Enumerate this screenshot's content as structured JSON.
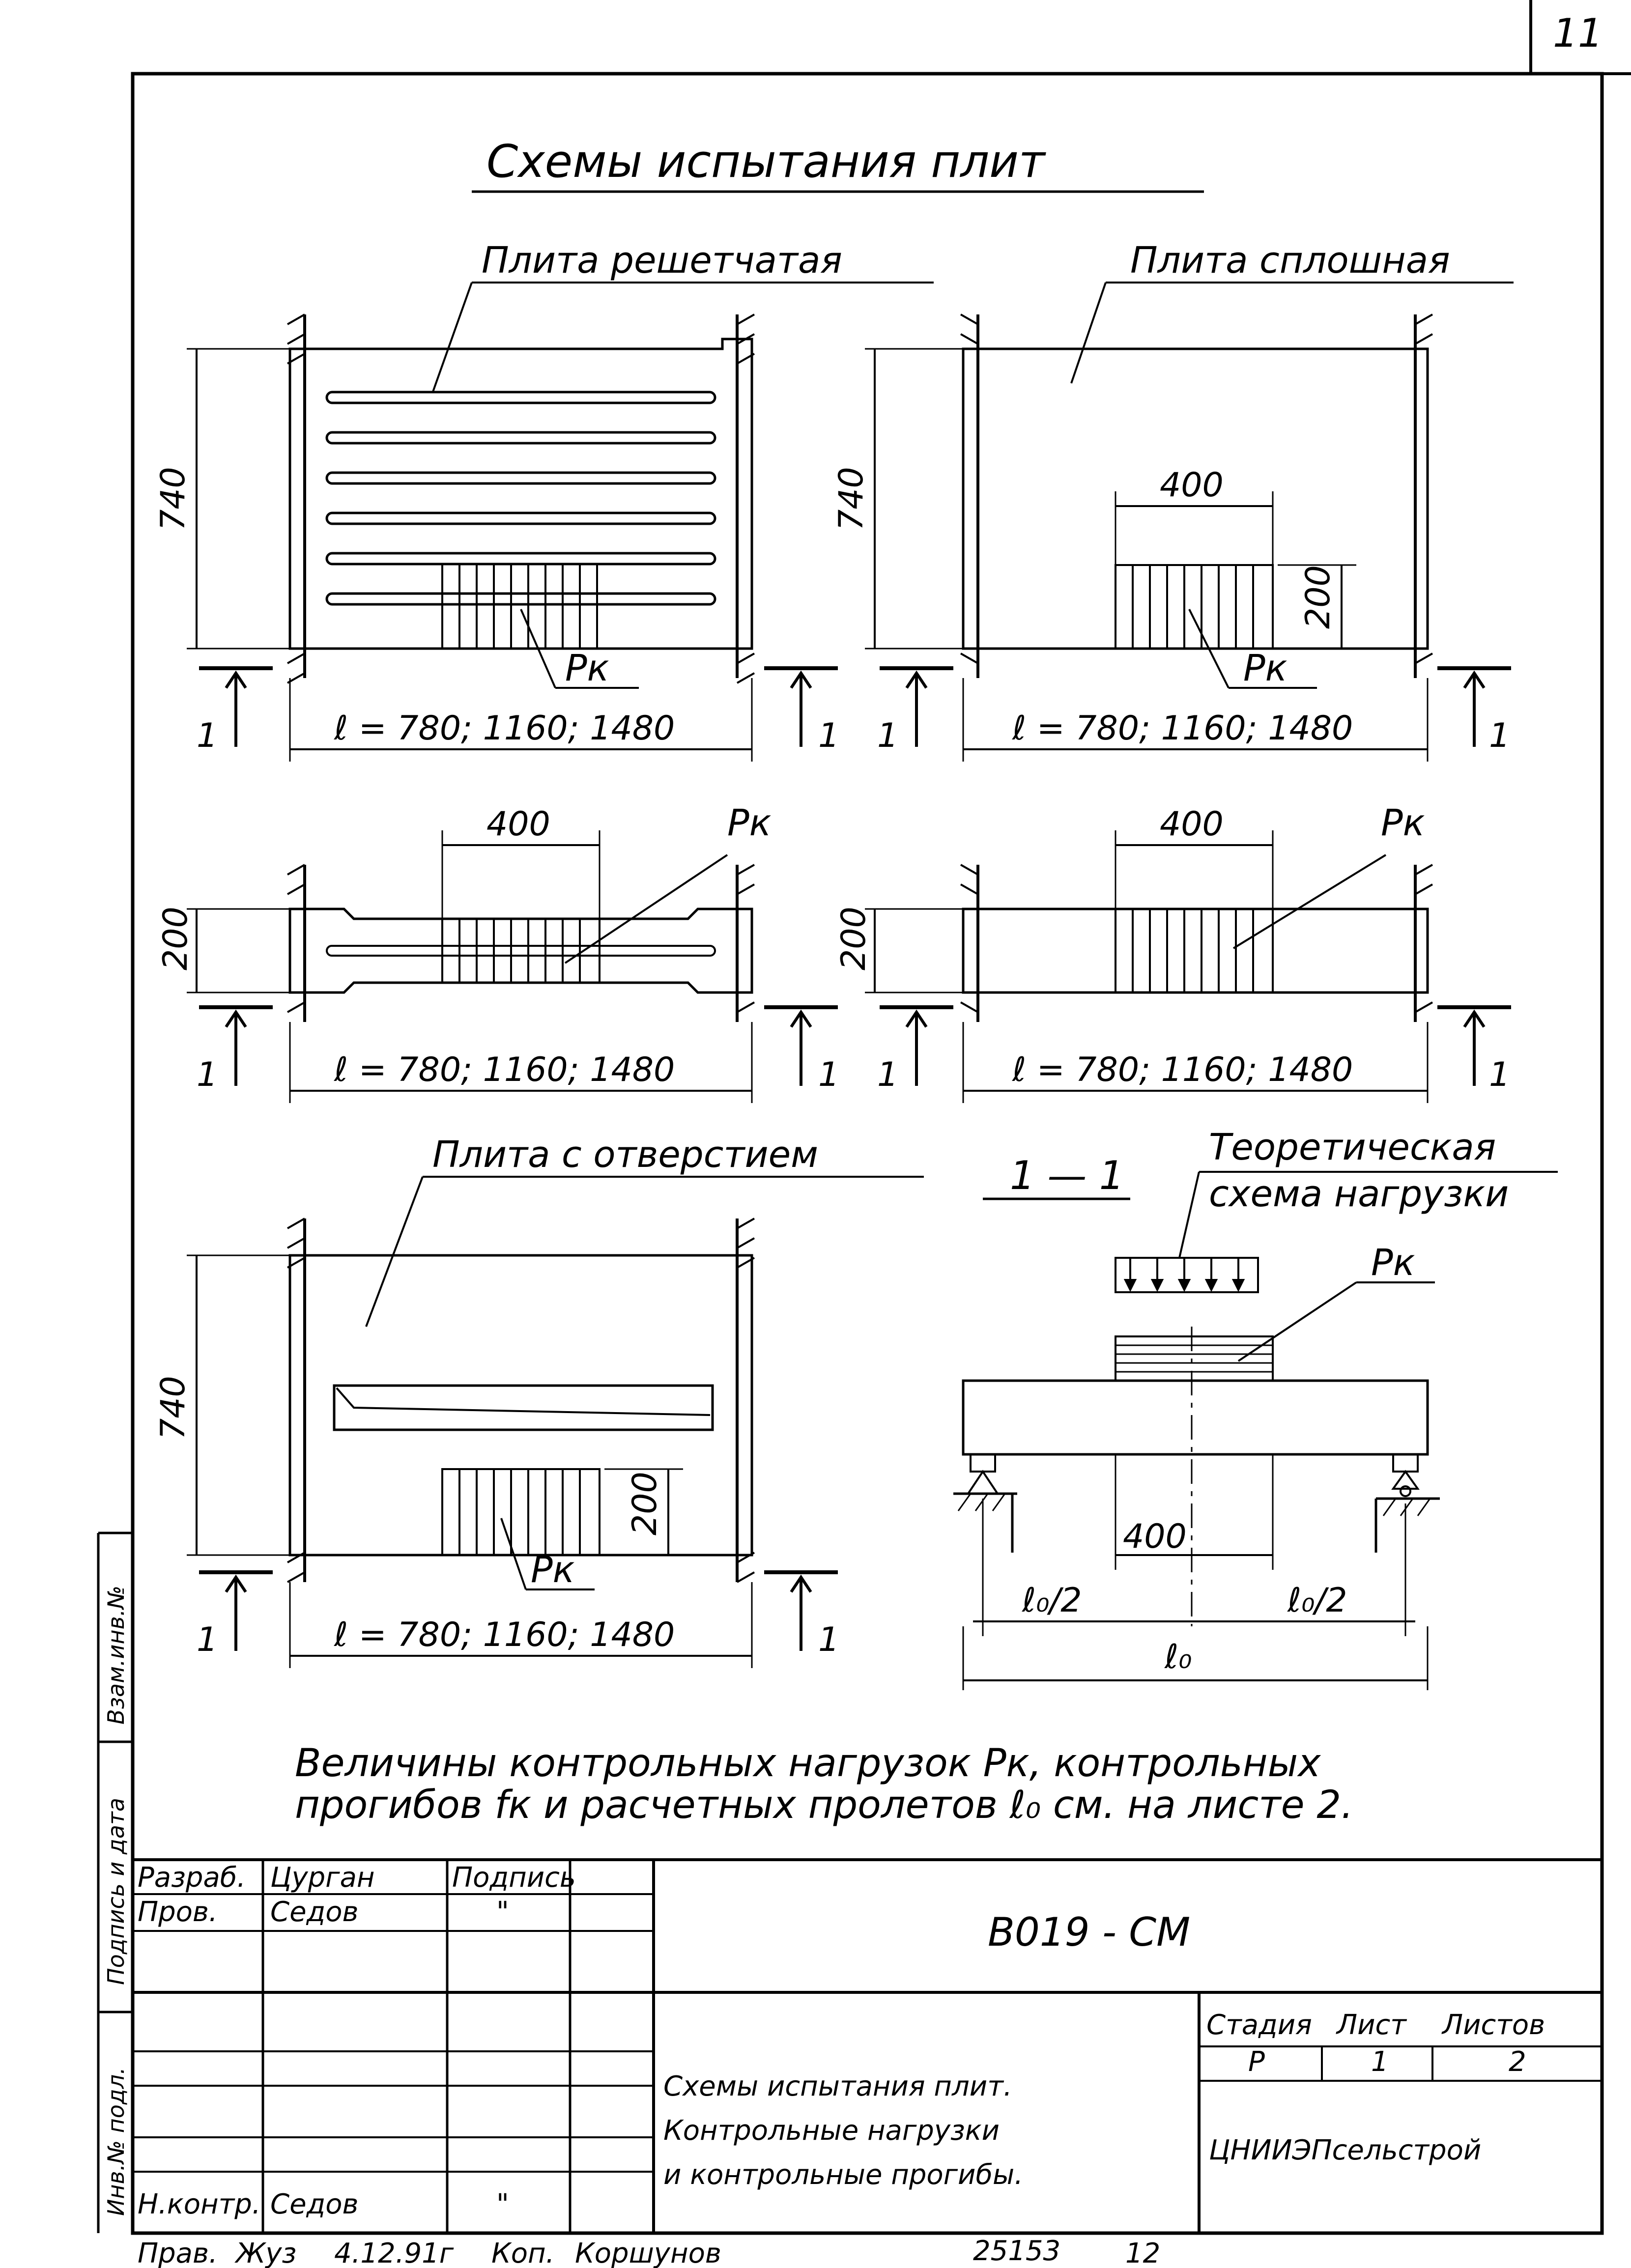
{
  "sheet": {
    "page_number": "11",
    "title": "Схемы испытания плит",
    "labels": {
      "lattice_slab": "Плита решетчатая",
      "solid_slab": "Плита сплошная",
      "slab_with_opening": "Плита с отверстием",
      "section": "1 — 1",
      "theory_line1": "Теоретическая",
      "theory_line2": "схема нагрузки",
      "load": "Pк",
      "section_mark": "1"
    },
    "dims": {
      "width_740": "740",
      "len_400": "400",
      "len_200": "200",
      "span": "ℓ = 780; 1160; 1480",
      "half_span": "ℓ₀/2",
      "full_span": "ℓ₀"
    },
    "note_line1": "Величины контрольных нагрузок Pк, контрольных",
    "note_line2": "прогибов fк и расчетных пролетов ℓ₀ см. на листе 2."
  },
  "title_block": {
    "rows": [
      {
        "role": "Разраб.",
        "name": "Цурган",
        "sign": "Подпись"
      },
      {
        "role": "Пров.",
        "name": "Седов",
        "sign": "\""
      },
      {
        "role": "Н.контр.",
        "name": "Седов",
        "sign": "\""
      }
    ],
    "code": "В019 - СМ",
    "title_line1": "Схемы испытания плит.",
    "title_line2": "Контрольные нагрузки",
    "title_line3": "и контрольные прогибы.",
    "stage_header": "Стадия",
    "sheet_header": "Лист",
    "sheets_header": "Листов",
    "stage": "Р",
    "sheet": "1",
    "sheets": "2",
    "organization": "ЦНИИЭПсельстрой"
  },
  "side_stamp": {
    "inv_replace": "Взам.инв.№",
    "sign_date": "Подпись и дата",
    "inv_original": "Инв.№ подл."
  },
  "footer": {
    "checked": "Прав.",
    "checked_sign": "Жуз",
    "date": "4.12.91г",
    "copied": "Коп.",
    "copied_sign": "Коршунов",
    "archive_no": "25153",
    "archive_page": "12"
  }
}
